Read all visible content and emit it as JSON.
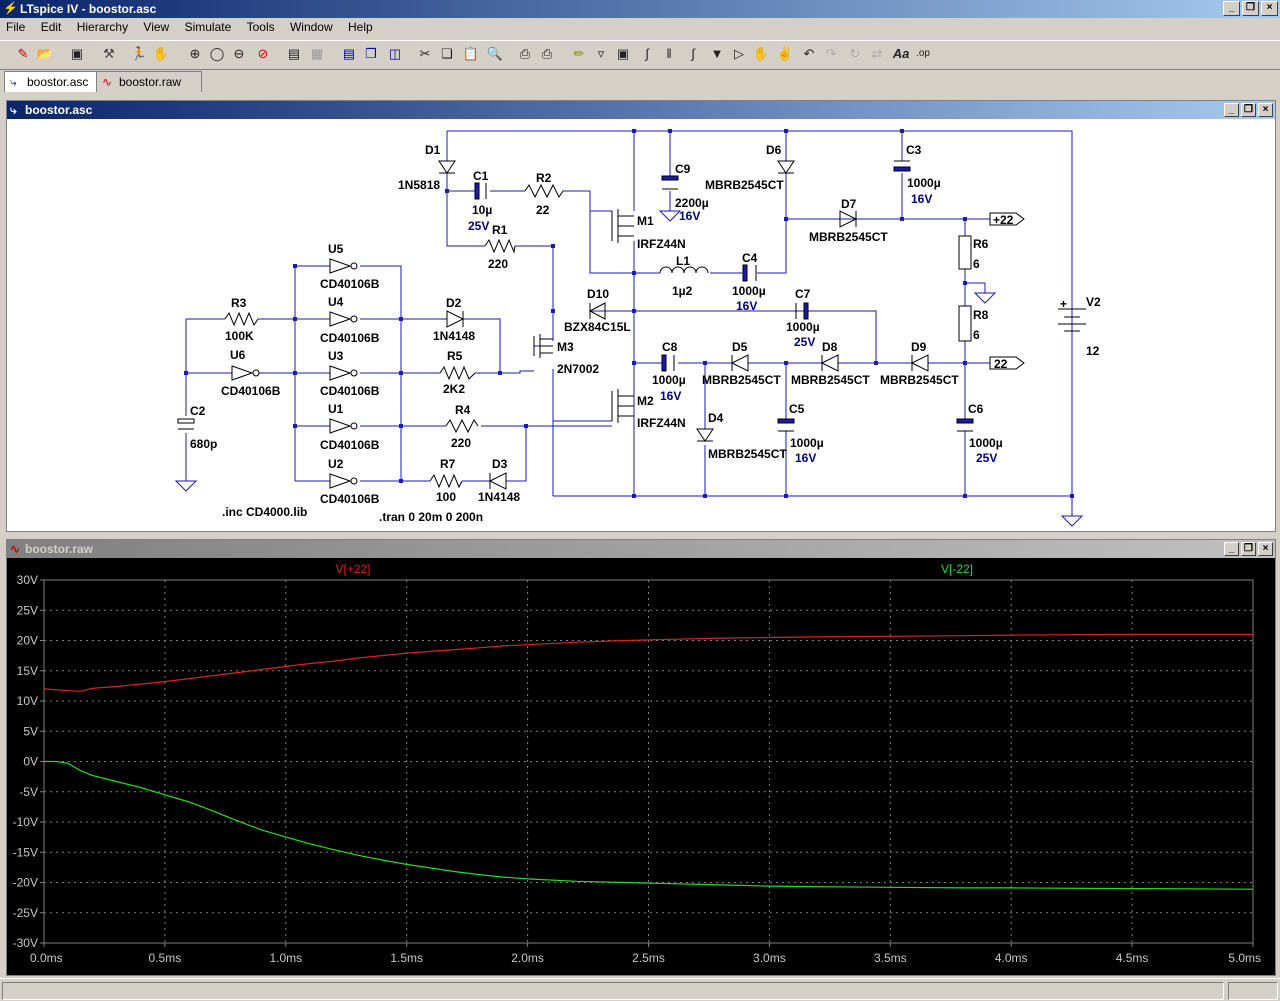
{
  "app": {
    "title": "LTspice IV - boostor.asc",
    "icon": "ltspice-icon"
  },
  "menu": [
    "File",
    "Edit",
    "Hierarchy",
    "View",
    "Simulate",
    "Tools",
    "Window",
    "Help"
  ],
  "tabs": [
    {
      "label": "boostor.asc",
      "icon": "schematic-icon"
    },
    {
      "label": "boostor.raw",
      "icon": "waveform-icon"
    }
  ],
  "schematic": {
    "title": "boostor.asc",
    "directives": [
      ".inc CD4000.lib",
      ".tran 0 20m 0 200n"
    ],
    "components": {
      "D1": [
        "D1",
        "1N5818"
      ],
      "C1": [
        "C1",
        "10µ",
        "25V"
      ],
      "R2": [
        "R2",
        "22"
      ],
      "R1": [
        "R1",
        "220"
      ],
      "M1": [
        "M1",
        "IRFZ44N"
      ],
      "C9": [
        "C9",
        "2200µ",
        "16V"
      ],
      "D6": [
        "D6",
        "MBRB2545CT"
      ],
      "C3": [
        "C3",
        "1000µ",
        "16V"
      ],
      "D7": [
        "D7",
        "MBRB2545CT"
      ],
      "L1": [
        "L1",
        "1µ2"
      ],
      "C4": [
        "C4",
        "1000µ",
        "16V"
      ],
      "R6": [
        "R6",
        "6"
      ],
      "R8": [
        "R8",
        "6"
      ],
      "V2": [
        "V2",
        "12"
      ],
      "U5": [
        "U5",
        "CD40106B"
      ],
      "U4": [
        "U4",
        "CD40106B"
      ],
      "U3": [
        "U3",
        "CD40106B"
      ],
      "U1": [
        "U1",
        "CD40106B"
      ],
      "U2": [
        "U2",
        "CD40106B"
      ],
      "U6": [
        "U6",
        "CD40106B"
      ],
      "R3": [
        "R3",
        "100K"
      ],
      "C2": [
        "C2",
        "680p"
      ],
      "D2": [
        "D2",
        "1N4148"
      ],
      "R5": [
        "R5",
        "2K2"
      ],
      "R4": [
        "R4",
        "220"
      ],
      "R7": [
        "R7",
        "100"
      ],
      "D3": [
        "D3",
        "1N4148"
      ],
      "D10": [
        "D10",
        "BZX84C15L"
      ],
      "M3": [
        "M3",
        "2N7002"
      ],
      "M2": [
        "M2",
        "IRFZ44N"
      ],
      "C7": [
        "C7",
        "1000µ",
        "25V"
      ],
      "C8": [
        "C8",
        "1000µ",
        "16V"
      ],
      "D5": [
        "D5",
        "MBRB2545CT"
      ],
      "D8": [
        "D8",
        "MBRB2545CT"
      ],
      "D9": [
        "D9",
        "MBRB2545CT"
      ],
      "D4": [
        "D4",
        "MBRB2545CT"
      ],
      "C5": [
        "C5",
        "1000µ",
        "16V"
      ],
      "C6": [
        "C6",
        "1000µ",
        "25V"
      ]
    },
    "ports": {
      "pos": "+22",
      "neg": "22"
    },
    "plus_sign": "+"
  },
  "waveform": {
    "title": "boostor.raw",
    "colors": {
      "bg": "#000000",
      "grid": "#808080",
      "axis_text": "#c8c8c8",
      "trace1": "#e02020",
      "trace2": "#20e020"
    }
  },
  "chart_data": {
    "type": "line",
    "title": "",
    "xlabel": "",
    "ylabel": "",
    "xlim": [
      0,
      5.0
    ],
    "ylim": [
      -30,
      30
    ],
    "x_unit": "ms",
    "y_unit": "V",
    "grid": true,
    "legend_placement": "top",
    "x_ticks": [
      "0.0ms",
      "0.5ms",
      "1.0ms",
      "1.5ms",
      "2.0ms",
      "2.5ms",
      "3.0ms",
      "3.5ms",
      "4.0ms",
      "4.5ms",
      "5.0ms"
    ],
    "y_ticks": [
      "30V",
      "25V",
      "20V",
      "15V",
      "10V",
      "5V",
      "0V",
      "-5V",
      "-10V",
      "-15V",
      "-20V",
      "-25V",
      "-30V"
    ],
    "series": [
      {
        "name": "V[+22]",
        "color": "#e02020",
        "x": [
          0.0,
          0.1,
          0.15,
          0.2,
          0.3,
          0.4,
          0.5,
          0.6,
          0.7,
          0.8,
          0.9,
          1.0,
          1.1,
          1.2,
          1.3,
          1.4,
          1.5,
          1.6,
          1.7,
          1.8,
          1.9,
          2.0,
          2.2,
          2.4,
          2.6,
          2.8,
          3.0,
          3.2,
          3.5,
          3.8,
          4.0,
          4.5,
          5.0
        ],
        "values": [
          12.0,
          11.7,
          11.6,
          12.1,
          12.4,
          12.8,
          13.2,
          13.7,
          14.2,
          14.7,
          15.2,
          15.7,
          16.2,
          16.6,
          17.1,
          17.5,
          17.9,
          18.2,
          18.5,
          18.8,
          19.1,
          19.3,
          19.7,
          20.0,
          20.2,
          20.4,
          20.5,
          20.6,
          20.7,
          20.8,
          20.9,
          21.0,
          21.0
        ]
      },
      {
        "name": "V[-22]",
        "color": "#20e020",
        "x": [
          0.0,
          0.05,
          0.1,
          0.15,
          0.2,
          0.3,
          0.4,
          0.5,
          0.6,
          0.7,
          0.8,
          0.9,
          1.0,
          1.1,
          1.2,
          1.3,
          1.4,
          1.5,
          1.6,
          1.7,
          1.8,
          1.9,
          2.0,
          2.2,
          2.4,
          2.6,
          2.8,
          3.0,
          3.2,
          3.5,
          3.8,
          4.0,
          4.5,
          5.0
        ],
        "values": [
          0.0,
          0.0,
          -0.3,
          -1.5,
          -2.3,
          -3.3,
          -4.3,
          -5.5,
          -6.7,
          -8.2,
          -9.8,
          -11.3,
          -12.5,
          -13.6,
          -14.6,
          -15.5,
          -16.3,
          -17.0,
          -17.6,
          -18.2,
          -18.7,
          -19.1,
          -19.4,
          -19.8,
          -20.0,
          -20.2,
          -20.4,
          -20.6,
          -20.7,
          -20.8,
          -20.9,
          -20.9,
          -21.0,
          -21.1
        ]
      }
    ]
  }
}
